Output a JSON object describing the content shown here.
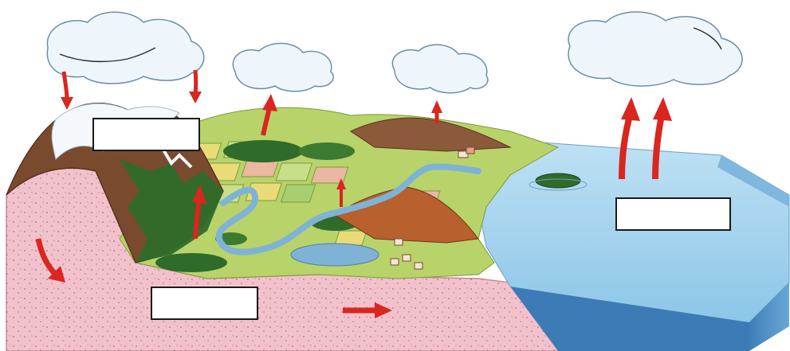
{
  "diagram": {
    "title": "",
    "labels": [
      {
        "id": "mountain-top",
        "text": ""
      },
      {
        "id": "ocean",
        "text": ""
      },
      {
        "id": "underground",
        "text": ""
      }
    ],
    "clouds": 4,
    "colors": {
      "sky": "#ffffff",
      "cloud_fill": "#eef6fb",
      "cloud_stroke": "#6b8fa8",
      "snow": "#f4f8fb",
      "mountain_rock": "#7a4a2e",
      "forest": "#2f6b2a",
      "field_green": "#b8d36a",
      "field_yellow": "#e9dc78",
      "field_pink": "#eab7a2",
      "river": "#7fb3d6",
      "ocean_top": "#a9d6ef",
      "ocean_side": "#4d8fc4",
      "ground_pink": "#f3c1cc",
      "arrow_red": "#d9261f",
      "hill_brown": "#b8602e"
    }
  }
}
